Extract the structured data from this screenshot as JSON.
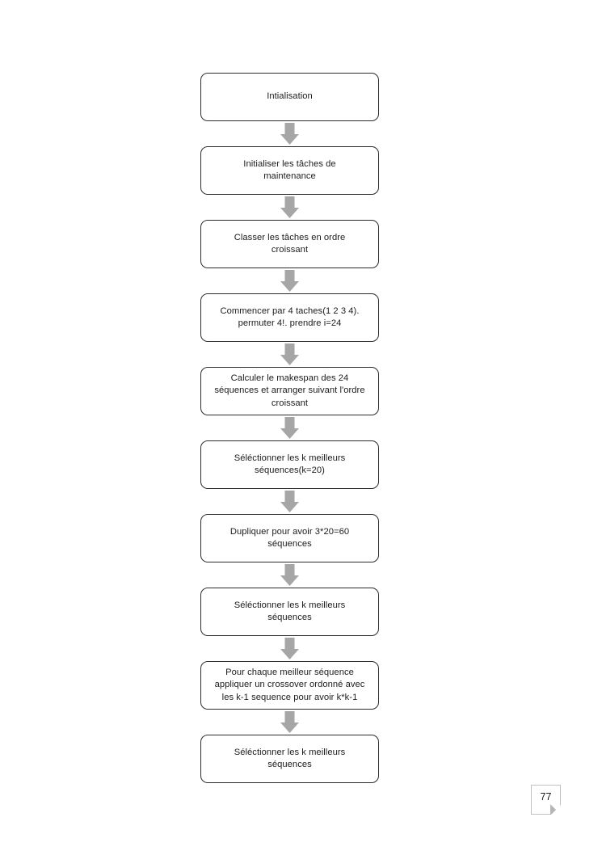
{
  "document": {
    "page_number": "77",
    "page_number_icon": "page-curl-icon",
    "background_color": "#ffffff"
  },
  "diagram": {
    "type": "flowchart",
    "orientation": "vertical",
    "node_border_color": "#2b2b2b",
    "node_fill_color": "#ffffff",
    "arrow_color": "#a6a6a6",
    "text_color": "#1c1c1c",
    "connector_icon": "down-arrow-icon",
    "nodes": [
      {
        "id": "n1",
        "label": "Intialisation"
      },
      {
        "id": "n2",
        "label": "Initialiser les tâches de\nmaintenance"
      },
      {
        "id": "n3",
        "label": "Classer les tâches en ordre\ncroissant"
      },
      {
        "id": "n4",
        "label": "Commencer par 4 taches(1 2 3 4).\npermuter 4!. prendre i=24"
      },
      {
        "id": "n5",
        "label": "Calculer le makespan des 24\nséquences et arranger suivant l'ordre\ncroissant"
      },
      {
        "id": "n6",
        "label": "Séléctionner les k meilleurs\nséquences(k=20)"
      },
      {
        "id": "n7",
        "label": "Dupliquer pour avoir 3*20=60\nséquences"
      },
      {
        "id": "n8",
        "label": "Séléctionner les k meilleurs\nséquences"
      },
      {
        "id": "n9",
        "label": "Pour chaque meilleur séquence\nappliquer un crossover ordonné avec\nles k-1 sequence pour avoir k*k-1"
      },
      {
        "id": "n10",
        "label": "Séléctionner les k meilleurs\nséquences"
      }
    ]
  }
}
